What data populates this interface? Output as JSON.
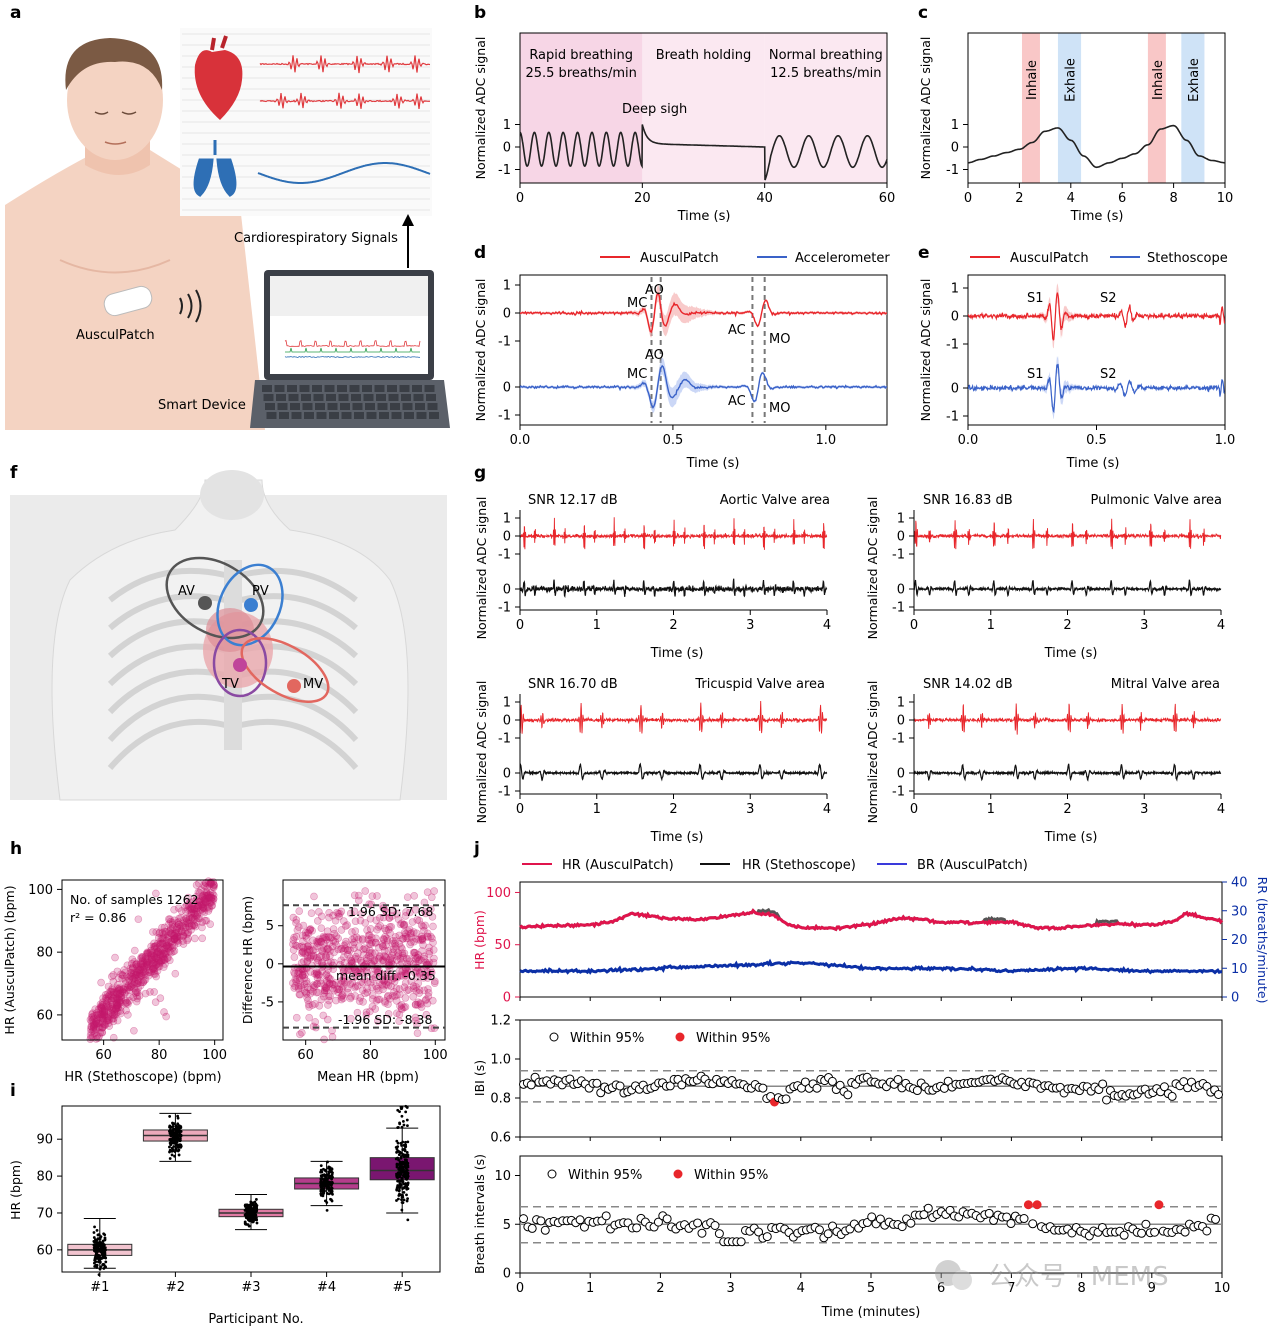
{
  "panel_letters": [
    "a",
    "b",
    "c",
    "d",
    "e",
    "f",
    "g",
    "h",
    "i",
    "j"
  ],
  "illustration_a": {
    "auscul_label": "AusculPatch",
    "smart_label": "Smart Device",
    "signals_label": "Cardiorespiratory Signals"
  },
  "illustration_f": {
    "valves": [
      {
        "label": "AV",
        "color": "#555555"
      },
      {
        "label": "PV",
        "color": "#3b7fd1"
      },
      {
        "label": "TV",
        "color": "#c0449a"
      },
      {
        "label": "MV",
        "color": "#e2675f"
      }
    ]
  },
  "colors": {
    "red": "#e8262b",
    "blue": "#3a62c8",
    "black": "#111111",
    "crimson": "#e0144c",
    "navy": "#0b2fa6",
    "magenta": "#c2186b"
  },
  "chart_data": [
    {
      "id": "b",
      "type": "line",
      "xlabel": "Time (s)",
      "ylabel": "Normalized ADC signal",
      "xlim": [
        0,
        60
      ],
      "ylim": [
        -1.5,
        5
      ],
      "xticks": [
        "0",
        "20",
        "40",
        "60"
      ],
      "yticks": [
        "-1",
        "0",
        "1"
      ],
      "segments": [
        {
          "label1": "Rapid breathing",
          "label2": "25.5 breaths/min",
          "x": [
            0,
            20
          ],
          "color": "#f7d6e6"
        },
        {
          "label1": "Breath holding",
          "label2": "",
          "x": [
            20,
            40
          ],
          "color": "#fbe8f1"
        },
        {
          "label1": "Normal breathing",
          "label2": "12.5 breaths/min",
          "x": [
            40,
            60
          ],
          "color": "#fbe8f1"
        }
      ],
      "annotation": "Deep sigh",
      "series": [
        {
          "color": "#222222",
          "rates": [
            25.5,
            0,
            12.5
          ]
        }
      ]
    },
    {
      "id": "c",
      "type": "line",
      "xlabel": "Time (s)",
      "ylabel": "Normalized ADC signal",
      "xlim": [
        0,
        10
      ],
      "ylim": [
        -1.5,
        5
      ],
      "xticks": [
        "0",
        "2",
        "4",
        "6",
        "8",
        "10"
      ],
      "yticks": [
        "-1",
        "0",
        "1"
      ],
      "bands": [
        {
          "label": "Inhale",
          "x": [
            2.1,
            2.8
          ],
          "color": "#f9c7c7"
        },
        {
          "label": "Exhale",
          "x": [
            3.5,
            4.4
          ],
          "color": "#cfe3f7"
        },
        {
          "label": "Inhale",
          "x": [
            7.0,
            7.7
          ],
          "color": "#f9c7c7"
        },
        {
          "label": "Exhale",
          "x": [
            8.3,
            9.2
          ],
          "color": "#cfe3f7"
        }
      ],
      "x": [
        0,
        0.5,
        1,
        1.5,
        2,
        2.5,
        3,
        3.5,
        4,
        4.5,
        5,
        5.5,
        6,
        6.5,
        7,
        7.5,
        8,
        8.5,
        9,
        9.5,
        10
      ],
      "y": [
        -0.7,
        -0.55,
        -0.4,
        -0.25,
        -0.1,
        0.2,
        0.7,
        0.85,
        0.3,
        -0.4,
        -0.9,
        -0.7,
        -0.5,
        -0.3,
        0.1,
        0.8,
        0.95,
        0.3,
        -0.4,
        -0.6,
        -0.7
      ]
    },
    {
      "id": "d",
      "type": "line",
      "legend": [
        "AusculPatch",
        "Accelerometer"
      ],
      "xlabel": "Time (s)",
      "ylabel": "Normalized ADC signal",
      "xlim": [
        0,
        1.2
      ],
      "xticks": [
        "0.0",
        "0.5",
        "1.0"
      ],
      "yticks": [
        "1",
        "0",
        "-1",
        "0",
        "-1"
      ],
      "markers_top": [
        "MC",
        "AO",
        "AC",
        "MO"
      ],
      "markers_bottom": [
        "MC",
        "AO",
        "AC",
        "MO"
      ],
      "vlines": [
        0.43,
        0.46,
        0.76,
        0.8
      ]
    },
    {
      "id": "e",
      "type": "line",
      "legend": [
        "AusculPatch",
        "Stethoscope"
      ],
      "xlabel": "Time (s)",
      "ylabel": "Normalized ADC signal",
      "xlim": [
        0,
        1
      ],
      "xticks": [
        "0.0",
        "0.5",
        "1.0"
      ],
      "yticks": [
        "1",
        "0",
        "-1",
        "0",
        "-1"
      ],
      "labels_top": [
        "S1",
        "S2"
      ],
      "labels_bottom": [
        "S1",
        "S2"
      ]
    },
    {
      "id": "g",
      "type": "line",
      "xlabel": "Time (s)",
      "ylabel": "Normalized ADC signal",
      "xticks": [
        "0",
        "1",
        "2",
        "3",
        "4"
      ],
      "yticks": [
        "1",
        "0",
        "-1",
        "0",
        "-1"
      ],
      "subplots": [
        {
          "snr": "SNR 12.17 dB",
          "area": "Aortic Valve area"
        },
        {
          "snr": "SNR 16.83 dB",
          "area": "Pulmonic Valve area"
        },
        {
          "snr": "SNR 16.70 dB",
          "area": "Tricuspid Valve area"
        },
        {
          "snr": "SNR 14.02 dB",
          "area": "Mitral Valve area"
        }
      ]
    },
    {
      "id": "h1",
      "type": "scatter",
      "xlabel": "HR (Stethoscope) (bpm)",
      "ylabel": "HR (AusculPatch) (bpm)",
      "xlim": [
        45,
        103
      ],
      "ylim": [
        52,
        103
      ],
      "xticks": [
        "60",
        "80",
        "100"
      ],
      "yticks": [
        "60",
        "80",
        "100"
      ],
      "annotation1": "No. of samples 1262",
      "annotation2": "r² = 0.86",
      "samples": 1262,
      "r2": 0.86
    },
    {
      "id": "h2",
      "type": "scatter",
      "xlabel": "Mean HR (bpm)",
      "ylabel": "Difference HR (bpm)",
      "xlim": [
        53,
        103
      ],
      "ylim": [
        -10,
        11
      ],
      "xticks": [
        "60",
        "80",
        "100"
      ],
      "yticks": [
        "5",
        "0",
        "-5"
      ],
      "upper": 7.68,
      "lower": -8.38,
      "mean": -0.35,
      "upper_label": "1.96 SD: 7.68",
      "mean_label": "mean diff. -0.35",
      "lower_label": "-1.96 SD: -8.38"
    },
    {
      "id": "i",
      "type": "box",
      "xlabel": "Participant No.",
      "ylabel": "HR (bpm)",
      "ylim": [
        54,
        99
      ],
      "yticks": [
        "60",
        "70",
        "80",
        "90"
      ],
      "categories": [
        "#1",
        "#2",
        "#3",
        "#4",
        "#5"
      ],
      "boxes": [
        {
          "q1": 58.5,
          "median": 60,
          "q3": 61.5,
          "lo": 55,
          "hi": 68.5,
          "color": "#f2c4cf"
        },
        {
          "q1": 89.5,
          "median": 91,
          "q3": 92.5,
          "lo": 84,
          "hi": 97,
          "color": "#eca9bb"
        },
        {
          "q1": 69,
          "median": 70,
          "q3": 71,
          "lo": 65.5,
          "hi": 75,
          "color": "#e07aa3"
        },
        {
          "q1": 76.5,
          "median": 78,
          "q3": 79.5,
          "lo": 72,
          "hi": 84,
          "color": "#b53d8c"
        },
        {
          "q1": 79,
          "median": 81.5,
          "q3": 85,
          "lo": 70,
          "hi": 93,
          "color": "#7a1670"
        }
      ]
    },
    {
      "id": "j1",
      "type": "line",
      "legend": [
        "HR (AusculPatch)",
        "HR (Stethoscope)",
        "BR (AusculPatch)"
      ],
      "ylabel": "HR (bpm)",
      "ylabel_right": "RR (breaths/minute)",
      "xlim": [
        0,
        10
      ],
      "ylim": [
        0,
        110
      ],
      "ylim_right": [
        0,
        40
      ],
      "yticks": [
        "0",
        "50",
        "100"
      ],
      "yticks_right": [
        "0",
        "10",
        "20",
        "30",
        "40"
      ],
      "hr_x": [
        0,
        0.5,
        1,
        1.3,
        1.6,
        2,
        2.5,
        3,
        3.3,
        3.6,
        3.8,
        4,
        4.5,
        5,
        5.5,
        6,
        6.5,
        7,
        7.3,
        7.6,
        8,
        8.5,
        9,
        9.3,
        9.5,
        9.8,
        10
      ],
      "hr_y": [
        67,
        68,
        69,
        72,
        80,
        76,
        74,
        78,
        81,
        78,
        70,
        66,
        66,
        70,
        76,
        72,
        71,
        72,
        67,
        66,
        68,
        70,
        69,
        72,
        80,
        75,
        73
      ],
      "br_x": [
        0,
        1,
        2,
        3,
        4,
        5,
        6,
        7,
        8,
        9,
        10
      ],
      "br_y": [
        9,
        9,
        10,
        11,
        12,
        10,
        10,
        9,
        10,
        9,
        9
      ]
    },
    {
      "id": "j2",
      "type": "scatter",
      "legend": [
        "Within 95%",
        "Within 95%"
      ],
      "ylabel": "IBI (s)",
      "xlim": [
        0,
        10
      ],
      "ylim": [
        0.6,
        1.2
      ],
      "yticks": [
        "0.6",
        "0.8",
        "1.0",
        "1.2"
      ],
      "mean": 0.86,
      "upper": 0.94,
      "lower": 0.78
    },
    {
      "id": "j3",
      "type": "scatter",
      "legend": [
        "Within 95%",
        "Within 95%"
      ],
      "xlabel": "Time (minutes)",
      "ylabel": "Breath intervals (s)",
      "xlim": [
        0,
        10
      ],
      "ylim": [
        0,
        12
      ],
      "xticks": [
        "0",
        "1",
        "2",
        "3",
        "4",
        "5",
        "6",
        "7",
        "8",
        "9",
        "10"
      ],
      "yticks": [
        "0",
        "5",
        "10"
      ],
      "mean": 5,
      "upper": 6.8,
      "lower": 3.1
    }
  ],
  "watermark": "公众号 · MEMS"
}
